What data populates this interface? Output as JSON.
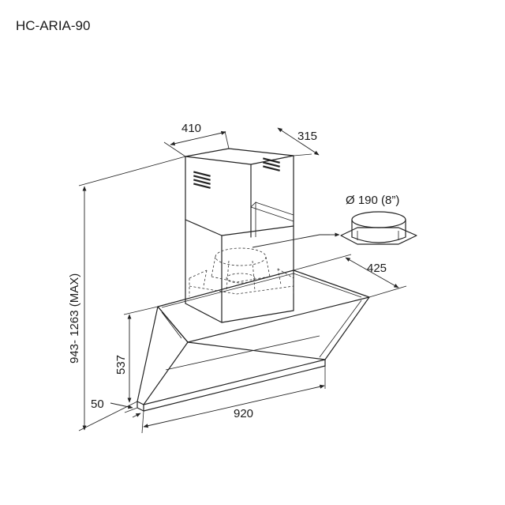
{
  "model": "HC-ARIA-90",
  "dimensions": {
    "chimney_width": "410",
    "chimney_depth": "315",
    "duct_diameter": "Ø 190 (8”)",
    "hood_depth": "425",
    "total_height": "943- 1263 (MAX)",
    "hood_height": "537",
    "front_edge": "50",
    "hood_width": "920"
  },
  "colors": {
    "line": "#222222",
    "background": "#ffffff"
  }
}
